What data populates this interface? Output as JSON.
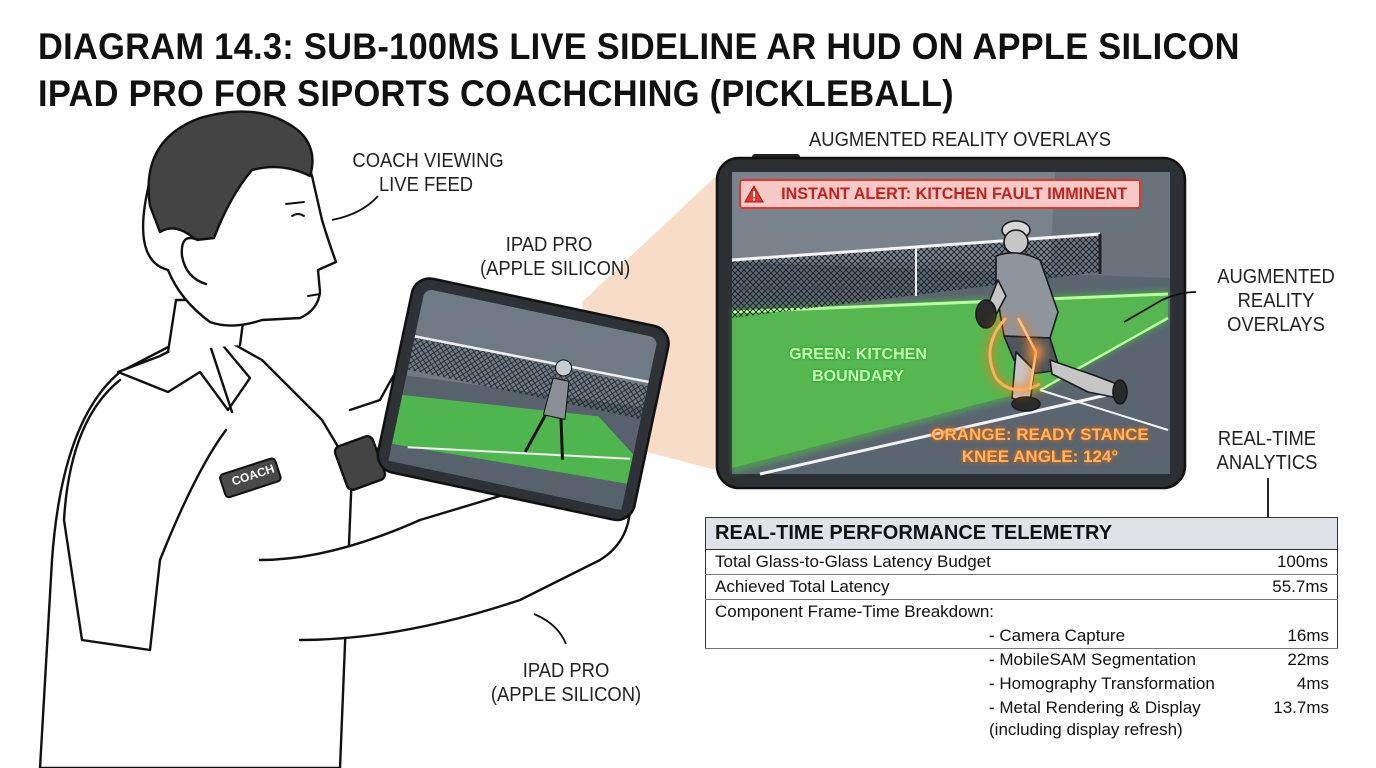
{
  "title": {
    "line1": "DIAGRAM 14.3: SUB-100MS LIVE SIDELINE AR HUD ON APPLE SILICON",
    "line2": "IPAD PRO FOR SIPORTS COACHCHING (PICKLEBALL)"
  },
  "labels": {
    "coach_line1": "COACH VIEWING",
    "coach_line2": "LIVE FEED",
    "ipad_top_line1": "IPAD PRO",
    "ipad_top_line2": "(APPLE SILICON)",
    "ipad_bottom_line1": "IPAD PRO",
    "ipad_bottom_line2": "(APPLE SILICON)",
    "ar_top": "AUGMENTED REALITY OVERLAYS",
    "ar_side_line1": "AUGMENTED",
    "ar_side_line2": "REALITY",
    "ar_side_line3": "OVERLAYS",
    "analytics_line1": "REAL-TIME",
    "analytics_line2": "ANALYTICS",
    "badge": "COACH"
  },
  "hud": {
    "alert": "INSTANT ALERT: KITCHEN FAULT IMMINENT",
    "alert_icon": "warning-triangle-icon",
    "green_line1": "GREEN: KITCHEN",
    "green_line2": "BOUNDARY",
    "orange_line1": "ORANGE: READY STANCE",
    "orange_line2": "KNEE ANGLE: 124°"
  },
  "colors": {
    "kitchen_green": "#5ad44c",
    "stance_orange": "#f27a16",
    "alert_red": "#d83a34",
    "court_slate": "#5a6570"
  },
  "telemetry": {
    "header": "REAL-TIME PERFORMANCE TELEMETRY",
    "rows": [
      {
        "label": "Total Glass-to-Glass Latency Budget",
        "value": "100ms"
      },
      {
        "label": "Achieved Total Latency",
        "value": "55.7ms"
      }
    ],
    "breakdown_title": "Component Frame-Time Breakdown:",
    "breakdown": [
      {
        "label": "- Camera Capture",
        "value": "16ms"
      },
      {
        "label": "- MobileSAM Segmentation",
        "value": "22ms"
      },
      {
        "label": "- Homography Transformation",
        "value": "4ms"
      },
      {
        "label": "- Metal Rendering & Display",
        "value": "13.7ms"
      },
      {
        "label": " (including display refresh)",
        "value": ""
      }
    ]
  }
}
